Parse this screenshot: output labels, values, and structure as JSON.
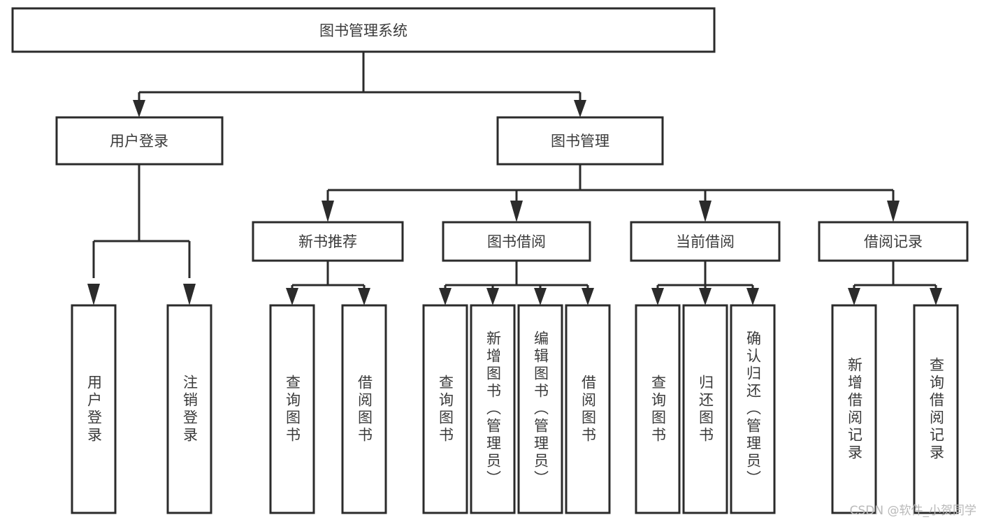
{
  "diagram": {
    "title": "图书管理系统",
    "watermark": "CSDN @软件_小贺同学",
    "colors": {
      "stroke": "#2b2b2b",
      "box_fill": "#ffffff",
      "text": "#3a3a3a",
      "watermark": "#b9b9b9",
      "background": "#ffffff"
    },
    "root": {
      "label": "图书管理系统"
    },
    "level2": [
      {
        "label": "用户登录"
      },
      {
        "label": "图书管理"
      }
    ],
    "level3": [
      {
        "label": "新书推荐"
      },
      {
        "label": "图书借阅"
      },
      {
        "label": "当前借阅"
      },
      {
        "label": "借阅记录"
      }
    ],
    "leaves": {
      "user_login": [
        {
          "label": "用户登录"
        },
        {
          "label": "注销登录"
        }
      ],
      "new_book_recommend": [
        {
          "label": "查询图书"
        },
        {
          "label": "借阅图书"
        }
      ],
      "book_borrow": [
        {
          "label": "查询图书"
        },
        {
          "label": "新增图书（管理员）"
        },
        {
          "label": "编辑图书（管理员）"
        },
        {
          "label": "借阅图书"
        }
      ],
      "current_borrow": [
        {
          "label": "查询图书"
        },
        {
          "label": "归还图书"
        },
        {
          "label": "确认归还（管理员）"
        }
      ],
      "borrow_record": [
        {
          "label": "新增借阅记录"
        },
        {
          "label": "查询借阅记录"
        }
      ]
    }
  }
}
